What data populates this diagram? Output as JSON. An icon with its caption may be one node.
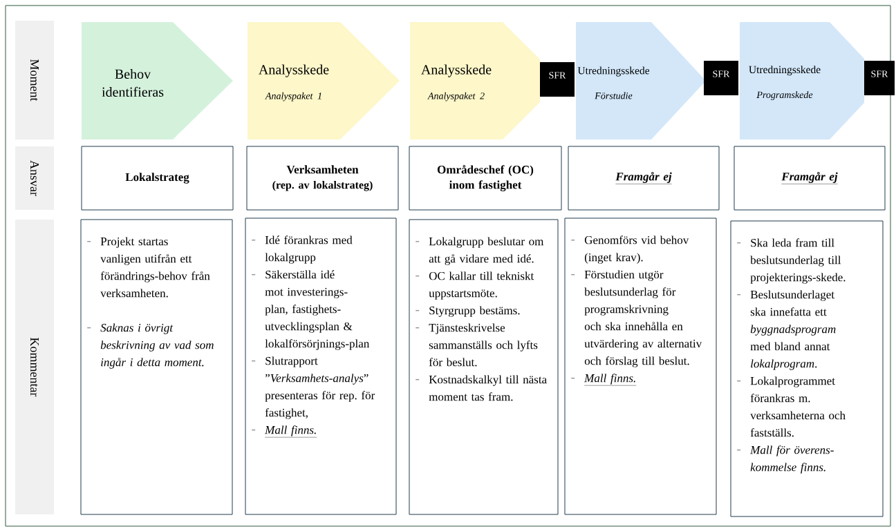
{
  "diagram": {
    "nodes": [
      {
        "text": [
          "Moment"
        ]
      },
      {
        "text": [
          "Behov identifieras"
        ]
      },
      {
        "text": [
          "Analysskede",
          "Analyspaket 1"
        ]
      },
      {
        "text": [
          "Analysskede",
          "Analyspaket 2"
        ]
      },
      {
        "text": [
          "SFR"
        ]
      },
      {
        "text": [
          "Utredningsskede",
          "Förstudie"
        ]
      },
      {
        "text": [
          "SFR"
        ]
      },
      {
        "text": [
          "Utredningsskede",
          "Programskede"
        ]
      },
      {
        "text": [
          "SFR"
        ]
      },
      {
        "text": [
          "Ansvar"
        ]
      },
      {
        "text": [
          "Lokalstrateg"
        ]
      },
      {
        "text": [
          "Verksamheten",
          "(rep. av lokalstrateg)"
        ]
      },
      {
        "text": [
          "Områdeschef (OC) inom fastighet"
        ]
      },
      {
        "text": [
          "Framgår ej"
        ]
      },
      {
        "text": [
          "Framgår ej"
        ]
      },
      {
        "text": [
          "Kommentar"
        ]
      },
      {
        "text": [
          "Projekt startas vanligen utifrån ett förändrings-behov från verksamheten.",
          "Saknas i övrigt beskrivning av vad som ingår i detta moment."
        ]
      },
      {
        "text": [
          "Idé förankras med lokalgrupp",
          "Säkerställa idé mot investerings-plan, fastighets-utvecklingsplan & lokalförsörjnings-plan",
          "Slutrapport ”*Verksamhets-analys*” presenteras för rep. för fastighet,",
          "Mall finns."
        ]
      },
      {
        "text": [
          "Lokalgrupp beslutar om att gå vidare med idé.",
          "OC kallar till tekniskt uppstartsmöte.",
          "Styrgrupp bestäms.",
          "Tjänsteskrivelse sammanställs och lyfts för beslut.",
          "Kostnadskalkyl till nästa moment tas fram."
        ]
      },
      {
        "text": [
          "Genomförs vid behov (inget krav).",
          "Förstudien utgör beslutsunderlag för programskrivning och ska innehålla en utvärdering av alternativ och förslag till beslut.",
          "Mall finns."
        ]
      },
      {
        "text": [
          "Ska leda fram till beslutsunderlag till projekterings-skede.",
          "Beslutsunderlaget ska innefatta ett *byggnadsprogram* med bland annat *lokalprogram*.",
          "Lokalprogrammet förankras m. verksamheterna och fastställs.",
          "Mall för överens-kommelse finns."
        ]
      }
    ]
  }
}
